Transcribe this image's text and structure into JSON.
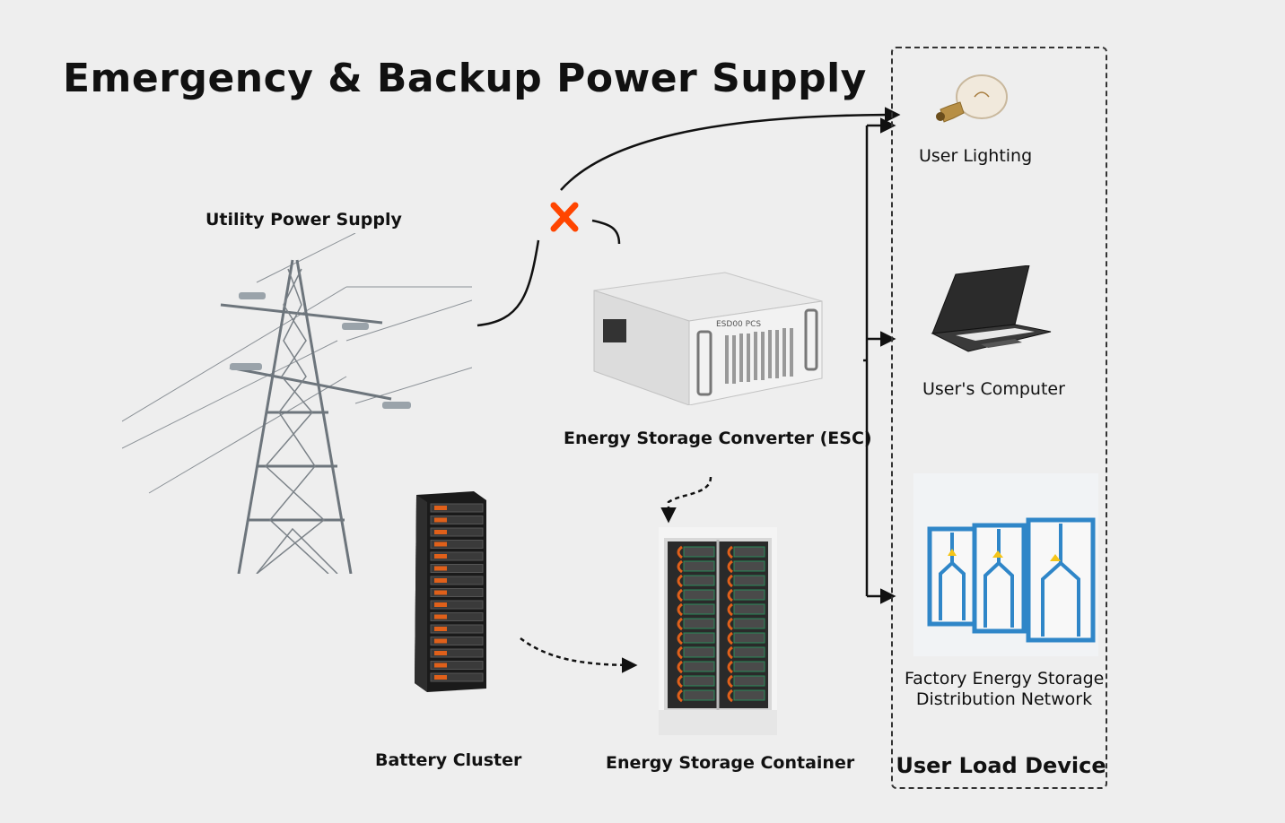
{
  "title": "Emergency & Backup Power Supply",
  "nodes": {
    "utility": {
      "label": "Utility Power Supply",
      "icon": "power-tower-icon"
    },
    "esc": {
      "label": "Energy Storage Converter (ESC)",
      "icon": "converter-icon",
      "badge": "ESD00 PCS"
    },
    "battery": {
      "label": "Battery Cluster",
      "icon": "battery-rack-icon"
    },
    "container": {
      "label": "Energy Storage Container",
      "icon": "storage-container-icon"
    }
  },
  "load_group": {
    "label": "User Load Device",
    "items": [
      {
        "label": "User Lighting",
        "icon": "light-bulb-icon"
      },
      {
        "label": "User's Computer",
        "icon": "laptop-icon"
      },
      {
        "label_line1": "Factory Energy Storage",
        "label_line2": "Distribution Network",
        "icon": "distribution-cabinet-icon"
      }
    ]
  },
  "fault_marker": {
    "icon": "cross-mark-icon",
    "color": "#ff4500"
  },
  "colors": {
    "background": "#eeeeee",
    "line": "#111111",
    "cabinet_blue": "#2f86c8",
    "battery_orange": "#e0601a"
  }
}
